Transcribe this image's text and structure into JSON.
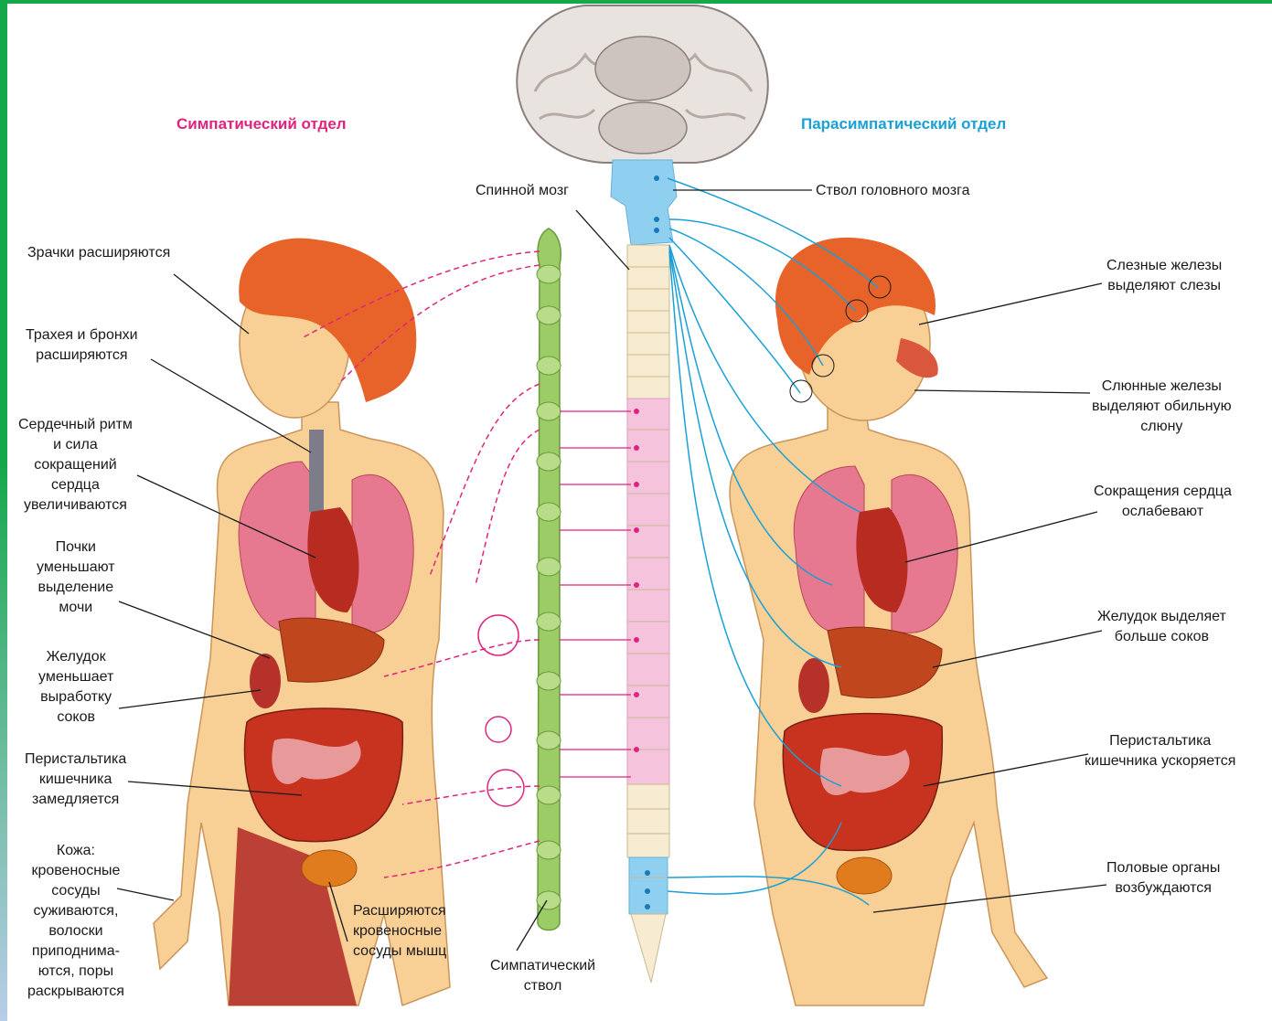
{
  "headers": {
    "sympathetic": "Симпатический отдел",
    "parasympathetic": "Парасимпатический отдел"
  },
  "colors": {
    "sympathetic": "#e0237f",
    "parasympathetic": "#1aa0d6",
    "sympathetic_trunk": "#8cc152",
    "skin": "#f6c98d",
    "hair": "#e8632a",
    "lung": "#e67890",
    "intestine": "#c8331f",
    "frame": "#14a84a"
  },
  "center_labels": {
    "spinal_cord": "Спинной мозг",
    "brainstem": "Ствол головного мозга",
    "sympathetic_trunk": "Симпатический\nствол"
  },
  "left_labels": [
    "Зрачки расширяются",
    "Трахея и бронхи\nрасширяются",
    "Сердечный ритм\nи сила\nсокращений\nсердца\nувеличиваются",
    "Почки\nуменьшают\nвыделение\nмочи",
    "Желудок\nуменьшает\nвыработку\nсоков",
    "Перистальтика\nкишечника\nзамедляется",
    "Кожа:\nкровеносные\nсосуды\nсуживаются,\nволоски\nприподнима-\nются, поры\nраскрываются",
    "Расширяются\nкровеносные\nсосуды мышц"
  ],
  "right_labels": [
    "Слезные железы\nвыделяют слезы",
    "Слюнные железы\nвыделяют обильную\nслюну",
    "Сокращения сердца\nослабевают",
    "Желудок выделяет\nбольше соков",
    "Перистальтика\nкишечника ускоряется",
    "Половые органы\nвозбуждаются"
  ]
}
